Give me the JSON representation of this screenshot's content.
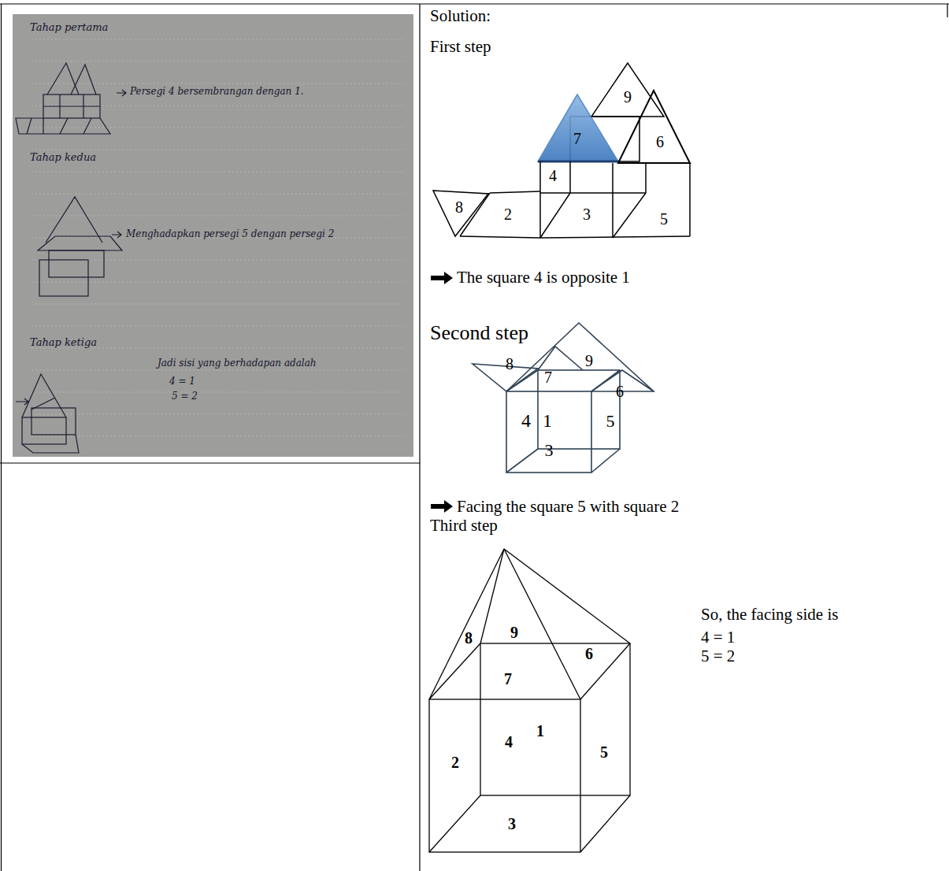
{
  "diagram": {
    "labels": [
      "Tahap pertama",
      "Persegi 4 bersembrangan dengan 1.",
      "Tahap kedua",
      "Menghadapkan persegi 5 dengan persegi 2",
      "Tahap ketiga",
      "Jadi sisi yang berhadapan adalah",
      "4 = 1",
      "5 = 2",
      "Solution:",
      "First step",
      "9",
      "7",
      "6",
      "4",
      "8",
      "2",
      "3",
      "5",
      "The square 4 is opposite 1",
      "Second step",
      "8",
      "9",
      "7",
      "6",
      "4",
      "1",
      "5",
      "3",
      "Facing the square 5 with square 2",
      "Third step",
      "9",
      "8",
      "6",
      "7",
      "4",
      "1",
      "2",
      "5",
      "3",
      "So, the facing side is",
      "4 = 1",
      "5 = 2"
    ]
  }
}
